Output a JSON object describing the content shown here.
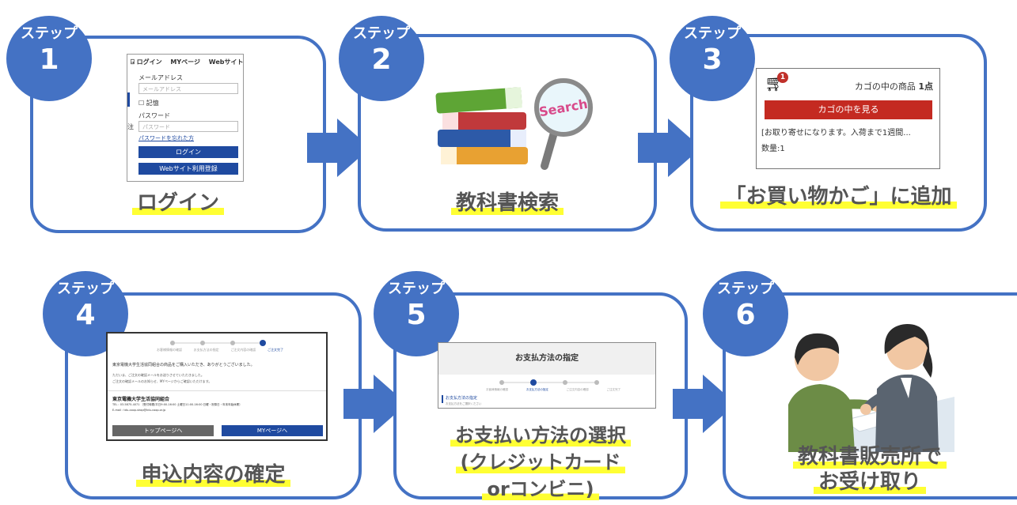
{
  "steps": [
    {
      "label": "ステップ",
      "number": "1",
      "caption": "ログイン"
    },
    {
      "label": "ステップ",
      "number": "2",
      "caption": "教科書検索"
    },
    {
      "label": "ステップ",
      "number": "3",
      "caption": "「お買い物かご」に追加"
    },
    {
      "label": "ステップ",
      "number": "4",
      "caption": "申込内容の確定"
    },
    {
      "label": "ステップ",
      "number": "5",
      "caption_lines": [
        "お支払い方法の選択",
        "(クレジットカード",
        "orコンビニ)"
      ]
    },
    {
      "label": "ステップ",
      "number": "6",
      "caption_lines": [
        "教科書販売所で",
        "お受け取り"
      ]
    }
  ],
  "login_shot": {
    "nav_login": "ログイン",
    "nav_mypage": "MYページ",
    "nav_register": "Webサイト利用登",
    "email_label": "メールアドレス",
    "email_placeholder": "メールアドレス",
    "remember": "記憶",
    "password_label": "パスワード",
    "password_placeholder": "パスワード",
    "forgot": "パスワードを忘れた方",
    "login_button": "ログイン",
    "register_button": "Webサイト利用登録",
    "side_char": "注"
  },
  "search_icon": {
    "word": "Search"
  },
  "cart_shot": {
    "badge": "1",
    "summary": "カゴの中の商品",
    "count": "1点",
    "view_button": "カゴの中を見る",
    "item_text": "[お取り寄せになります。入荷まで1週間...",
    "quantity": "数量:1"
  },
  "confirm_shot": {
    "steps": [
      "お客様情報の確認",
      "お支払方法の指定",
      "ご注文内容の確認",
      "ご注文完了"
    ],
    "thanks": "東京電機大学生活協同組合の商品をご購入いただき、ありがとうございました。",
    "note1": "ただいま、ご注文の確認メールをお送りさせていただきました。",
    "note2": "ご注文の確認メールのお知らせ、MYページからご確認いただけます。",
    "shop_name": "東京電機大学生活協同組合",
    "tel": "TEL : 03-5875-4071 〔受付時間/平日9:00-16:00 土曜日11:00-16:00 日曜・祝祭日・年末年始休業〕",
    "email": "E-mail : tdu-coop-shop@tdu-coop.or.jp",
    "top_button": "トップページへ",
    "mypage_button": "MYページへ"
  },
  "payment_shot": {
    "title": "お支払方法の指定",
    "steps": [
      "お客様情報の確認",
      "お支払方法の指定",
      "ご注文内容の確認",
      "ご注文完了"
    ],
    "section": "お支払方法の指定",
    "sub": "お支払方法をご選択ください"
  }
}
